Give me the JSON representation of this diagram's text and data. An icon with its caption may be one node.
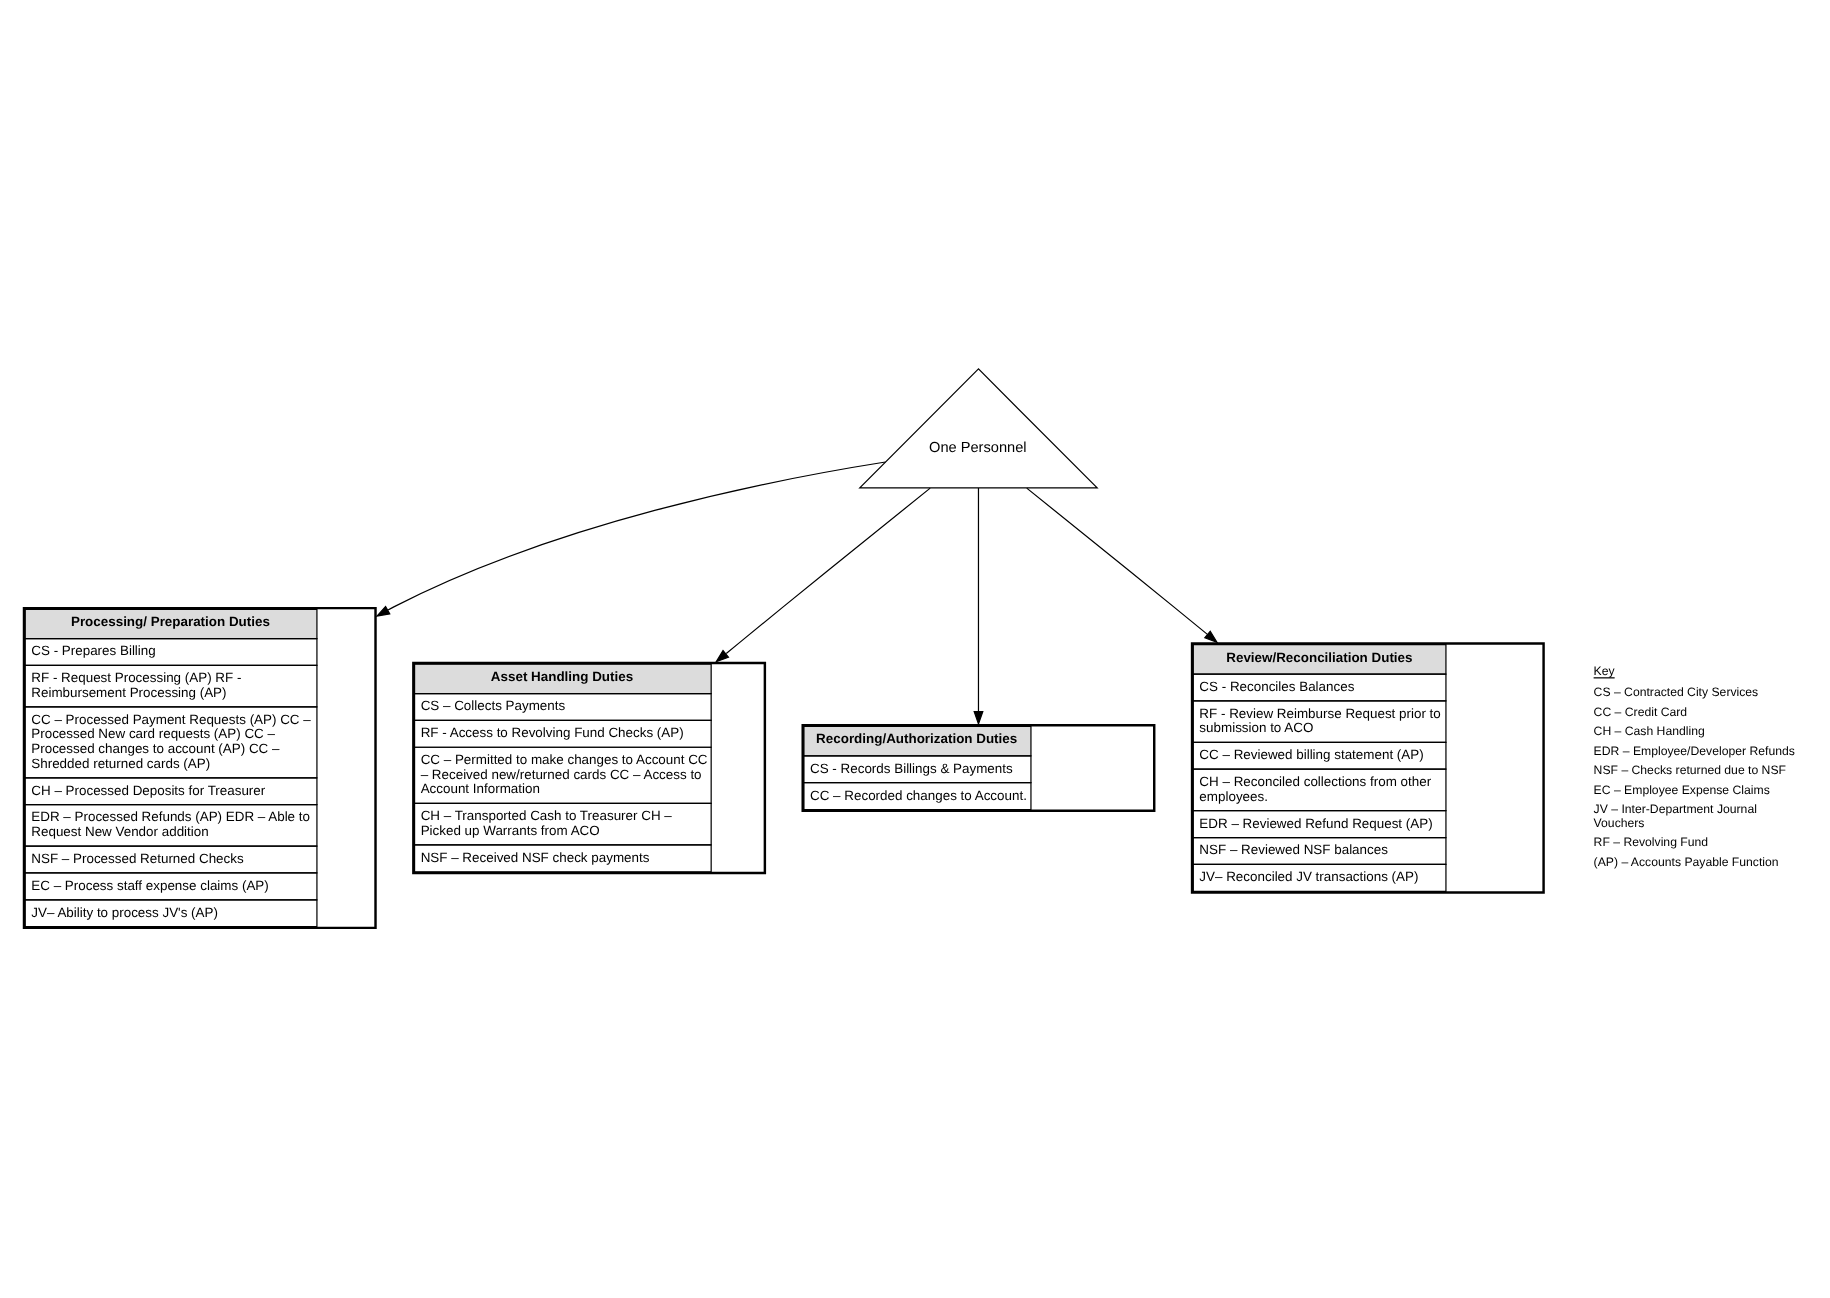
{
  "diagram": {
    "nodes": [
      {
        "text": [
          "One Personnel"
        ]
      },
      {
        "text": [
          "Processing/ Preparation Duties",
          "CS - Prepares Billing",
          "RF - Request Processing (AP) RF - Reimbursement Processing (AP)",
          "CC – Processed Payment Requests (AP) CC – Processed New card requests (AP) CC – Processed changes to account (AP) CC – Shredded returned cards (AP)",
          "CH – Processed Deposits for Treasurer",
          "EDR – Processed Refunds (AP) EDR – Able to Request New Vendor addition",
          "NSF – Processed Returned Checks",
          "EC – Process staff expense claims (AP)",
          "JV– Ability to process JV's (AP)"
        ]
      },
      {
        "text": [
          "Asset Handling Duties",
          "CS – Collects Payments",
          "RF - Access to Revolving Fund Checks (AP)",
          "CC – Permitted to make changes to Account CC – Received new/returned cards CC – Access to Account Information",
          "CH – Transported Cash to Treasurer CH – Picked up Warrants from ACO",
          "NSF – Received NSF check payments"
        ]
      },
      {
        "text": [
          "Recording/Authorization Duties",
          "CS - Records Billings & Payments",
          "CC – Recorded changes to Account."
        ]
      },
      {
        "text": [
          "Review/Reconciliation Duties",
          "CS - Reconciles Balances",
          "RF - Review Reimburse Request prior to submission to ACO",
          "CC – Reviewed billing statement (AP)",
          "CH – Reconciled collections from other employees.",
          "EDR – Reviewed Refund Request (AP)",
          "NSF – Reviewed NSF balances",
          "JV– Reconciled JV transactions (AP)"
        ]
      }
    ],
    "edges": [
      {
        "from": 0,
        "to": 1,
        "arrow": "to"
      },
      {
        "from": 0,
        "to": 2,
        "arrow": "to"
      },
      {
        "from": 0,
        "to": 3,
        "arrow": "to"
      },
      {
        "from": 0,
        "to": 4,
        "arrow": "to"
      }
    ],
    "labels": [
      "Key",
      "CS – Contracted City Services",
      "CC – Credit Card",
      "CH – Cash Handling",
      "EDR – Employee/Developer Refunds",
      "NSF – Checks returned due to NSF",
      "EC – Employee Expense Claims",
      "JV – Inter-Department Journal Vouchers",
      "RF – Revolving Fund",
      "(AP) – Accounts Payable Function"
    ]
  }
}
